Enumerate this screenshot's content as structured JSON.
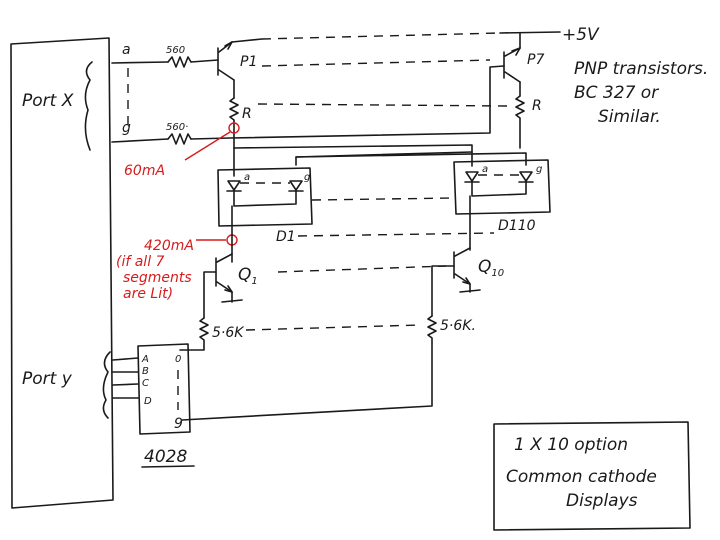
{
  "labels": {
    "supply": "+5V",
    "port_x": "Port X",
    "port_y": "Port y",
    "pin_a": "a",
    "pin_g": "g",
    "res_560_top": "560",
    "res_560_bottom": "560·",
    "transistor_p1": "P1",
    "transistor_p7": "P7",
    "res_r1": "R",
    "res_r2": "R",
    "current_60": "60mA",
    "current_420": "420mA",
    "note_line1": "(if all 7",
    "note_line2": "segments",
    "note_line3": "are Lit)",
    "display_d1": "D1",
    "display_d10": "D110",
    "seg_a1": "a",
    "seg_g1": "g",
    "seg_a2": "a",
    "seg_g2": "g",
    "transistor_q1": "Q",
    "transistor_q1_sub": "1",
    "transistor_q10": "Q",
    "transistor_q10_sub": "10",
    "res_56k_left": "5·6K",
    "res_56k_right": "5·6K.",
    "ic_pin_a": "A",
    "ic_pin_b": "B",
    "ic_pin_c": "C",
    "ic_pin_d": "D",
    "ic_out_0": "0",
    "ic_out_9": "9",
    "ic_name": "4028",
    "pnp_note_line1": "PNP transistors.",
    "pnp_note_line2": "BC 327 or",
    "pnp_note_line3": "Similar.",
    "option_line1": "1 X 10 option",
    "option_line2": "Common cathode",
    "option_line3": "Displays"
  },
  "colors": {
    "ink": "#1a1a1a",
    "annotation": "#d81b1b",
    "background": "#ffffff"
  }
}
